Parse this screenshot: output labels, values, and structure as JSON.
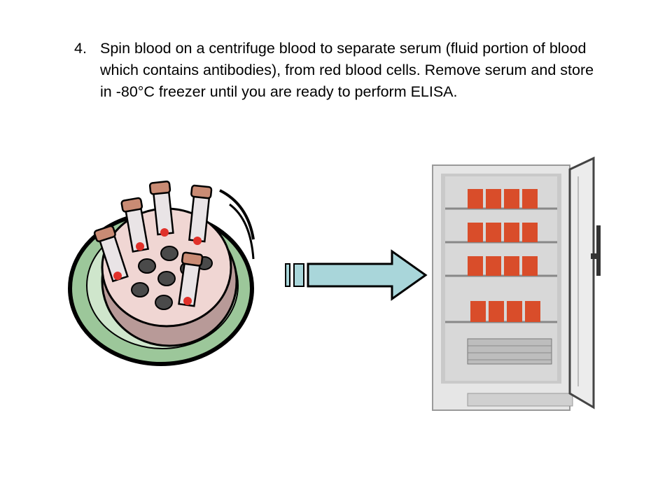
{
  "step": {
    "number": "4.",
    "text": "Spin blood on a centrifuge blood to separate serum (fluid portion of blood which contains antibodies), from red blood cells. Remove serum and store in -80°C freezer until you are ready to perform ELISA."
  },
  "illustrations": {
    "centrifuge": "centrifuge-with-blood-tubes",
    "arrow": "right-arrow",
    "freezer": "open-freezer-with-blood-bags"
  },
  "colors": {
    "plate": "#e9c9c6",
    "rim": "#8fbf8f",
    "tube_cap": "#c98b74",
    "blood": "#e0312a",
    "arrow_fill": "#a9d6da",
    "freezer_body": "#e4e4e4",
    "bag": "#d94d2a"
  }
}
